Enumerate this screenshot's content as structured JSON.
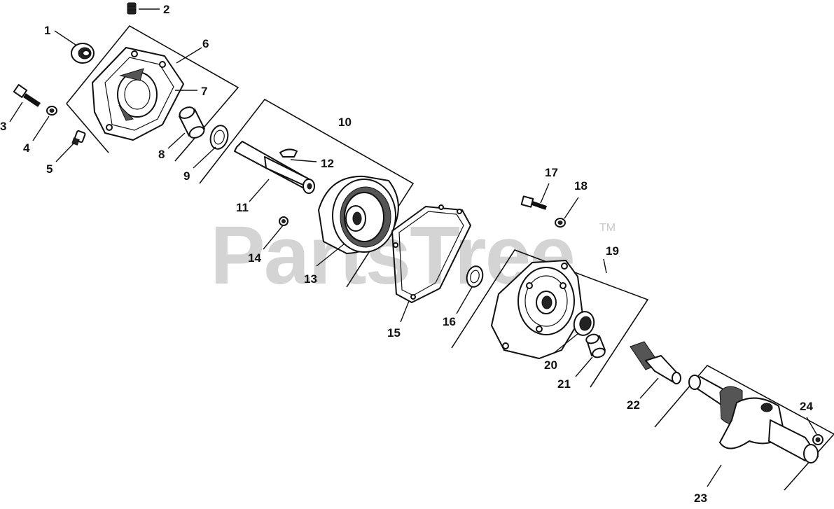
{
  "watermark": {
    "brand": "PartsTree",
    "trademark": "TM"
  },
  "callouts": [
    "1",
    "2",
    "3",
    "4",
    "5",
    "6",
    "7",
    "8",
    "9",
    "10",
    "11",
    "12",
    "13",
    "14",
    "15",
    "16",
    "17",
    "18",
    "19",
    "20",
    "21",
    "22",
    "23",
    "24"
  ]
}
